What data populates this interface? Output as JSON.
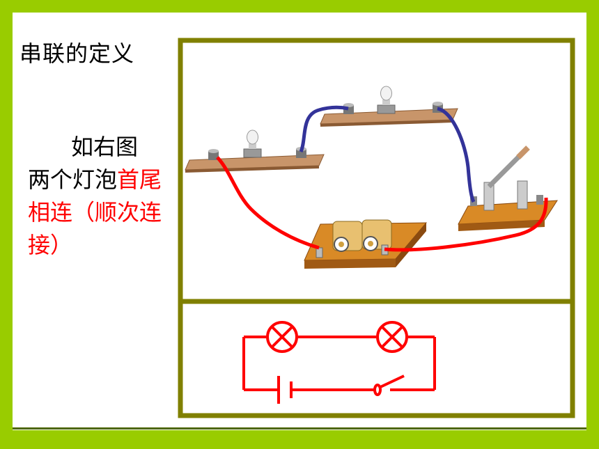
{
  "slide": {
    "title": "串联的定义",
    "desc_line1": "如右图",
    "desc_part_black": "两个灯泡",
    "desc_part_red": "首尾相连（顺次连接）"
  },
  "colors": {
    "frame_border": "#808000",
    "slide_border": "#99cc00",
    "wire_red": "#ff0000",
    "wire_blue": "#333399",
    "board": "#c8956a",
    "symbol_red": "#ff0000"
  }
}
